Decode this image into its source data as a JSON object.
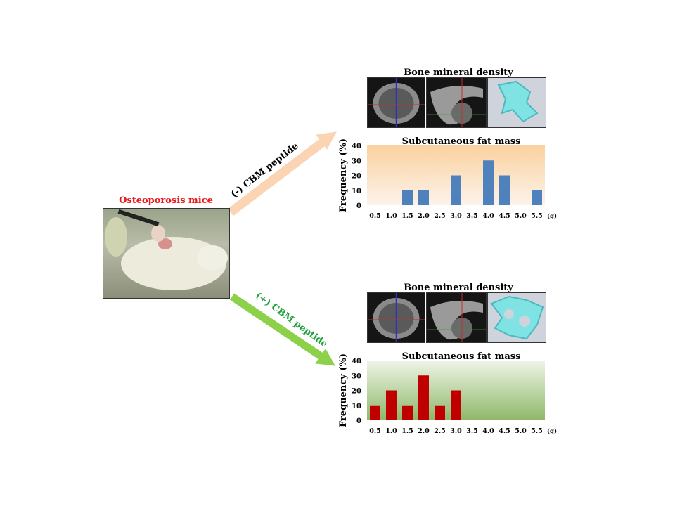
{
  "mouse": {
    "title": "Osteoporosis mice",
    "title_color": "#e8191c"
  },
  "arrows": {
    "negative": {
      "label": "(-) CBM peptide",
      "color": "#fbd4b4",
      "label_color": "#000000"
    },
    "positive": {
      "label": "(+) CBM peptide",
      "color": "#8dd04a",
      "label_color": "#22a040"
    }
  },
  "panels": [
    {
      "bmd_title": "Bone mineral density"
    },
    {
      "bmd_title": "Bone mineral density"
    }
  ],
  "chart_data": [
    {
      "type": "bar",
      "title": "Subcutaneous fat mass",
      "ylabel": "Frequency (%)",
      "xlabel": "",
      "unit": "(g)",
      "categories": [
        "0.5",
        "1.0",
        "1.5",
        "2.0",
        "2.5",
        "3.0",
        "3.5",
        "4.0",
        "4.5",
        "5.0",
        "5.5"
      ],
      "values": [
        0,
        0,
        10,
        10,
        0,
        20,
        0,
        30,
        20,
        0,
        10
      ],
      "yticks": [
        0,
        10,
        20,
        30,
        40
      ],
      "ylim": [
        0,
        40
      ],
      "bar_color": "#4f81bd",
      "bg_top": "#fad29f",
      "bg_bottom": "#fdf3ea"
    },
    {
      "type": "bar",
      "title": "Subcutaneous fat mass",
      "ylabel": "Frequency (%)",
      "xlabel": "",
      "unit": "(g)",
      "categories": [
        "0.5",
        "1.0",
        "1.5",
        "2.0",
        "2.5",
        "3.0",
        "3.5",
        "4.0",
        "4.5",
        "5.0",
        "5.5"
      ],
      "values": [
        10,
        20,
        10,
        30,
        10,
        20,
        0,
        0,
        0,
        0,
        0
      ],
      "yticks": [
        0,
        10,
        20,
        30,
        40
      ],
      "ylim": [
        0,
        40
      ],
      "bar_color": "#c00000",
      "bg_top": "#eef4e6",
      "bg_bottom": "#8fb86a"
    }
  ]
}
